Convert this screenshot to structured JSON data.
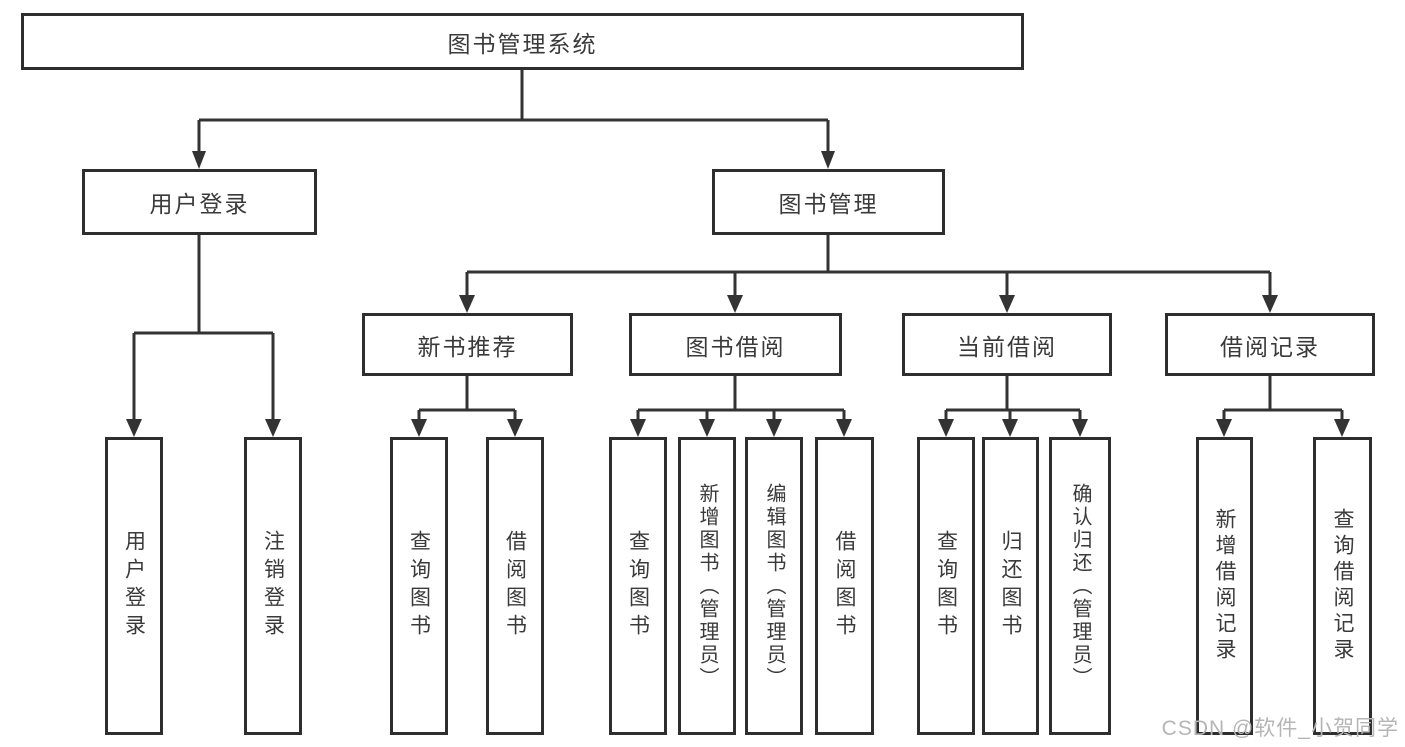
{
  "diagram": {
    "root": {
      "label": "图书管理系统"
    },
    "level2": [
      {
        "label": "用户登录"
      },
      {
        "label": "图书管理"
      }
    ],
    "level3": [
      {
        "label": "新书推荐"
      },
      {
        "label": "图书借阅"
      },
      {
        "label": "当前借阅"
      },
      {
        "label": "借阅记录"
      }
    ],
    "leaves": {
      "login": [
        "用户登录",
        "注销登录"
      ],
      "recommend": [
        "查询图书",
        "借阅图书"
      ],
      "borrow": [
        "查询图书",
        "新增图书（管理员）",
        "编辑图书（管理员）",
        "借阅图书"
      ],
      "current": [
        "查询图书",
        "归还图书",
        "确认归还（管理员）"
      ],
      "records": [
        "新增借阅记录",
        "查询借阅记录"
      ]
    }
  },
  "watermark": {
    "text": "CSDN @软件_小贺同学"
  },
  "colors": {
    "line": "#333333",
    "box_border": "#2e2e2e",
    "text": "#3a3a3a",
    "watermark": "#b5b5b5",
    "background": "#ffffff"
  }
}
